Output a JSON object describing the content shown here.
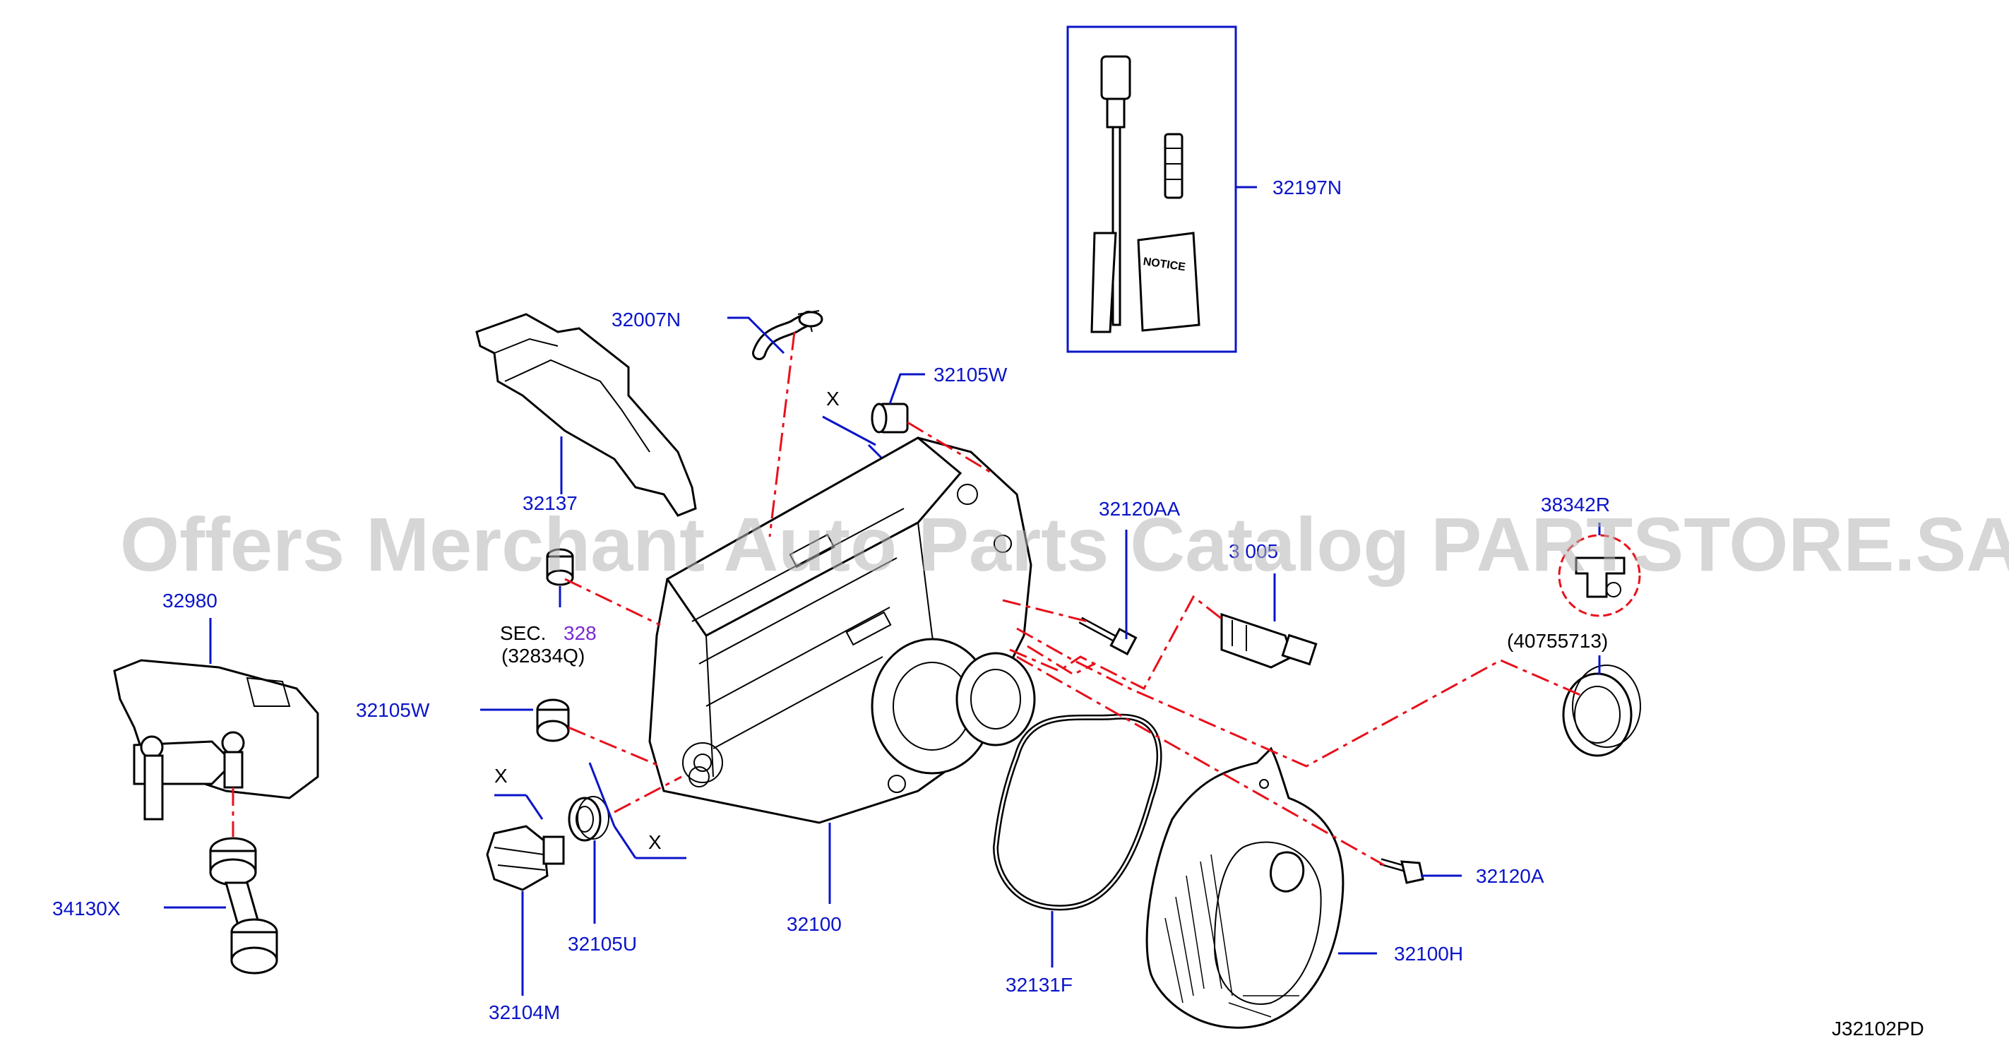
{
  "watermark": "Offers Merchant Auto Parts Catalog PARTSTORE.SA",
  "diagram_code": "J32102PD",
  "colors": {
    "label": "#0a14c8",
    "dashed_line": "#e8101a",
    "watermark": "#b4b4b4",
    "sec_ref": "#7a2ad2"
  },
  "labels": {
    "p32197N": "32197N",
    "p32007N": "32007N",
    "p32105W_top": "32105W",
    "p32137": "32137",
    "p32120AA": "32120AA",
    "p38342R": "38342R",
    "p32005_partial": "3 005",
    "p40755713": "(40755713)",
    "p32980": "32980",
    "sec_prefix": "SEC.",
    "sec_number": "328",
    "sec_sub": "(32834Q)",
    "p32105W_left": "32105W",
    "x_mark_1": "X",
    "x_mark_2": "X",
    "x_mark_3": "X",
    "p34130X": "34130X",
    "p32105U": "32105U",
    "p32104M": "32104M",
    "p32100": "32100",
    "p32131F": "32131F",
    "p32100H": "32100H",
    "p32120A": "32120A",
    "notice_text": "NOTICE"
  }
}
